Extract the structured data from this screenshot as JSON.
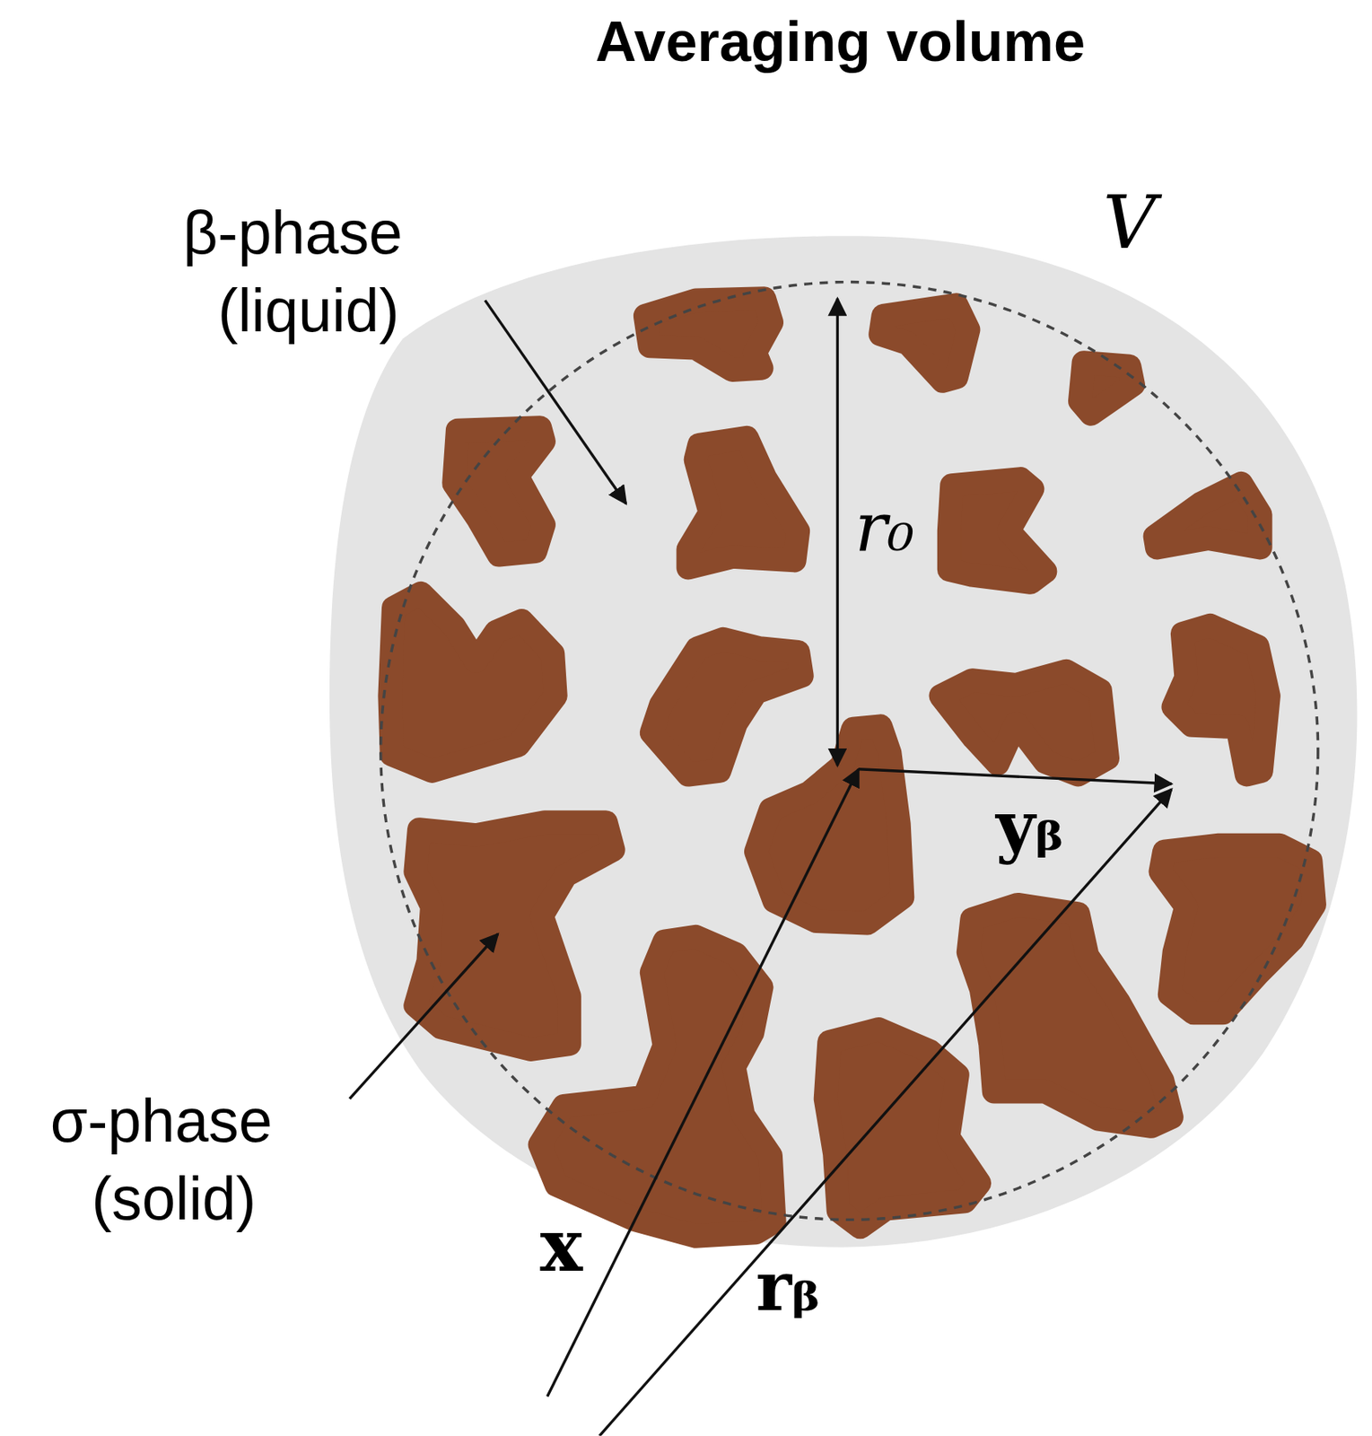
{
  "diagram": {
    "title": "Averaging volume",
    "labels": [
      "β-phase",
      "(liquid)",
      "V",
      "r₀",
      "yᵦ",
      "σ-phase",
      "(solid)",
      "x",
      "rᵦ"
    ]
  }
}
